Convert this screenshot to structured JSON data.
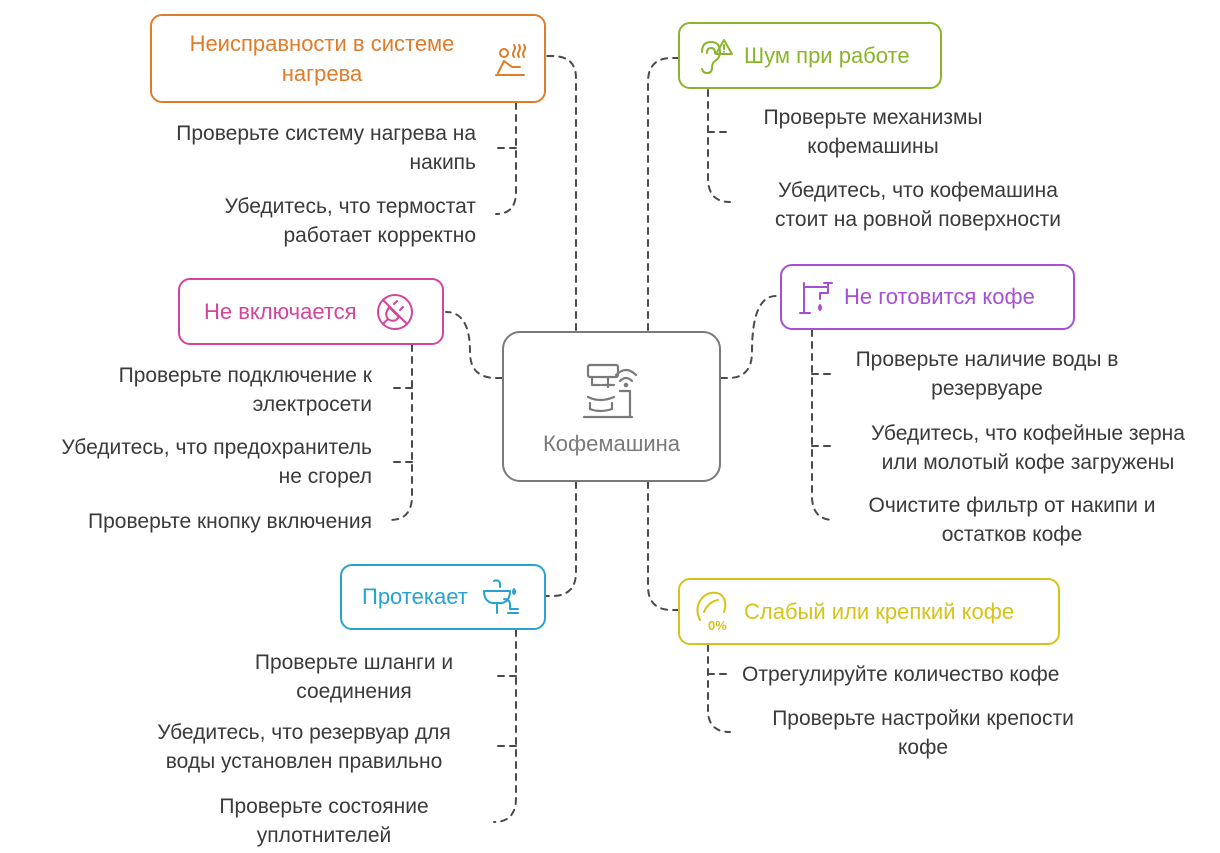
{
  "center": {
    "label": "Кофемашина",
    "icon": "coffee-machine-icon",
    "color": "#7a7a7a"
  },
  "colors": {
    "heating": "#e07b2a",
    "noise": "#8ab52a",
    "power": "#d6449a",
    "coffee": "#a64fd6",
    "leak": "#27a3d1",
    "strength": "#d4c41a",
    "connector": "#4a4a4a"
  },
  "branches": {
    "heating": {
      "title": "Неисправности в системе\nнагрева",
      "icon": "heating-person-icon",
      "items": [
        "Проверьте систему нагрева на\nнакипь",
        "Убедитесь, что термостат\nработает корректно"
      ]
    },
    "noise": {
      "title": "Шум при работе",
      "icon": "ear-warning-icon",
      "items": [
        "Проверьте механизмы\nкофемашины",
        "Убедитесь, что кофемашина\nстоит на ровной поверхности"
      ]
    },
    "power": {
      "title": "Не включается",
      "icon": "no-plug-icon",
      "items": [
        "Проверьте подключение к\nэлектросети",
        "Убедитесь, что предохранитель\nне сгорел",
        "Проверьте кнопку включения"
      ]
    },
    "coffee": {
      "title": "Не готовится кофе",
      "icon": "faucet-icon",
      "items": [
        "Проверьте наличие воды в\nрезервуаре",
        "Убедитесь, что кофейные зерна\nили молотый кофе загружены",
        "Очистите фильтр от накипи и\nостатков кофе"
      ]
    },
    "leak": {
      "title": "Протекает",
      "icon": "leaking-sink-icon",
      "items": [
        "Проверьте шланги и\nсоединения",
        "Убедитесь, что резервуар для\nводы установлен правильно",
        "Проверьте состояние\nуплотнителей"
      ]
    },
    "strength": {
      "title": "Слабый или крепкий кофе",
      "icon": "coffee-bean-percent-icon",
      "items": [
        "Отрегулируйте количество кофе",
        "Проверьте настройки крепости\nкофе"
      ]
    }
  }
}
